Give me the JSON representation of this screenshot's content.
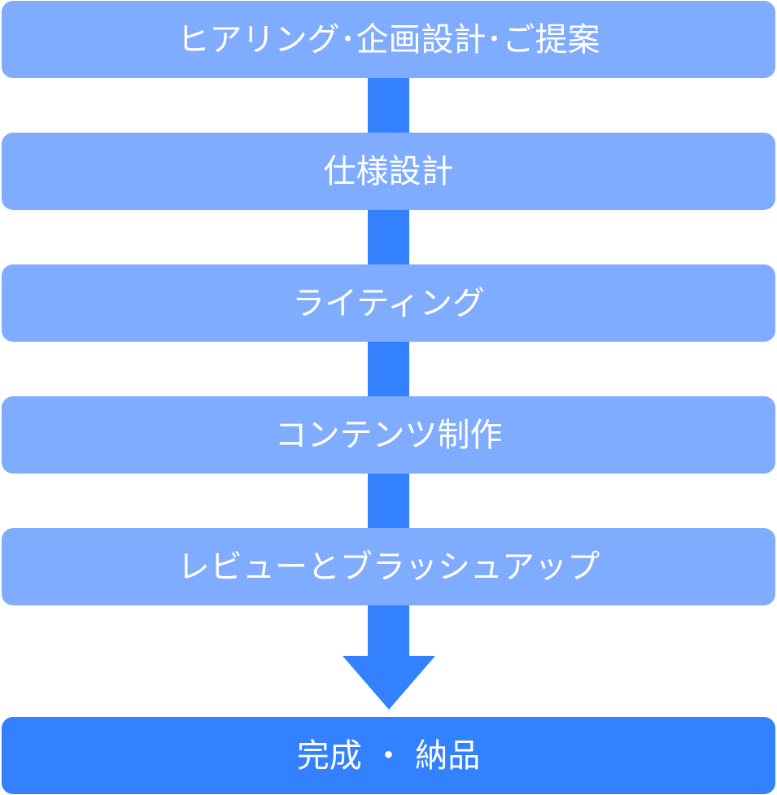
{
  "diagram": {
    "steps": [
      {
        "label": "ヒアリング･企画設計･ご提案"
      },
      {
        "label": "仕様設計"
      },
      {
        "label": "ライティング"
      },
      {
        "label": "コンテンツ制作"
      },
      {
        "label": "レビューとブラッシュアップ"
      }
    ],
    "final": {
      "label": "完成 ・ 納品"
    },
    "colors": {
      "step_fill": "#7FACFF",
      "final_fill": "#3381FF",
      "arrow": "#3381FF",
      "text": "#FFFFFF"
    }
  }
}
